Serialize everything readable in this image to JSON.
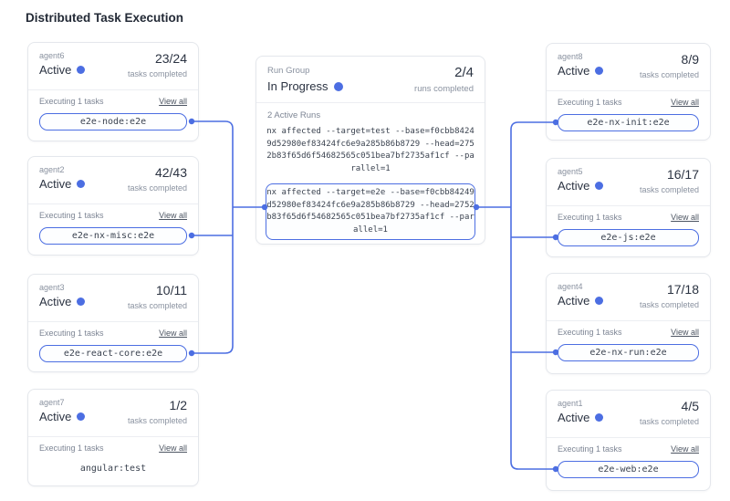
{
  "title": "Distributed Task Execution",
  "colors": {
    "accent": "#4c6ee2",
    "card_border": "#e4e7ec",
    "text_dark": "#2b3342",
    "text_gray": "#8a92a0"
  },
  "run_group": {
    "label": "Run Group",
    "status": "In Progress",
    "count": "2/4",
    "count_caption": "runs completed",
    "active_runs_label": "2 Active Runs",
    "commands": [
      {
        "text": "nx affected --target=test --base=f0cbb8424\n9d52980ef83424fc6e9a285b86b8729 --head=275\n2b83f65d6f54682565c051bea7bf2735af1cf --pa\nrallel=1",
        "highlighted": false
      },
      {
        "text": "nx affected --target=e2e --base=f0cbb84249\nd52980ef83424fc6e9a285b86b8729 --head=2752\nb83f65d6f54682565c051bea7bf2735af1cf --par\nallel=1",
        "highlighted": true
      }
    ]
  },
  "agents": [
    {
      "id": "agent6",
      "status": "Active",
      "count": "23/24",
      "count_caption": "tasks completed",
      "executing_label": "Executing 1 tasks",
      "view_all": "View all",
      "task": "e2e-node:e2e",
      "highlighted": true,
      "column": "left"
    },
    {
      "id": "agent2",
      "status": "Active",
      "count": "42/43",
      "count_caption": "tasks completed",
      "executing_label": "Executing 1 tasks",
      "view_all": "View all",
      "task": "e2e-nx-misc:e2e",
      "highlighted": true,
      "column": "left"
    },
    {
      "id": "agent3",
      "status": "Active",
      "count": "10/11",
      "count_caption": "tasks completed",
      "executing_label": "Executing 1 tasks",
      "view_all": "View all",
      "task": "e2e-react-core:e2e",
      "highlighted": true,
      "column": "left"
    },
    {
      "id": "agent7",
      "status": "Active",
      "count": "1/2",
      "count_caption": "tasks completed",
      "executing_label": "Executing 1 tasks",
      "view_all": "View all",
      "task": "angular:test",
      "highlighted": false,
      "column": "left"
    },
    {
      "id": "agent8",
      "status": "Active",
      "count": "8/9",
      "count_caption": "tasks completed",
      "executing_label": "Executing 1 tasks",
      "view_all": "View all",
      "task": "e2e-nx-init:e2e",
      "highlighted": true,
      "column": "right"
    },
    {
      "id": "agent5",
      "status": "Active",
      "count": "16/17",
      "count_caption": "tasks completed",
      "executing_label": "Executing 1 tasks",
      "view_all": "View all",
      "task": "e2e-js:e2e",
      "highlighted": true,
      "column": "right"
    },
    {
      "id": "agent4",
      "status": "Active",
      "count": "17/18",
      "count_caption": "tasks completed",
      "executing_label": "Executing 1 tasks",
      "view_all": "View all",
      "task": "e2e-nx-run:e2e",
      "highlighted": true,
      "column": "right"
    },
    {
      "id": "agent1",
      "status": "Active",
      "count": "4/5",
      "count_caption": "tasks completed",
      "executing_label": "Executing 1 tasks",
      "view_all": "View all",
      "task": "e2e-web:e2e",
      "highlighted": true,
      "column": "right"
    }
  ]
}
